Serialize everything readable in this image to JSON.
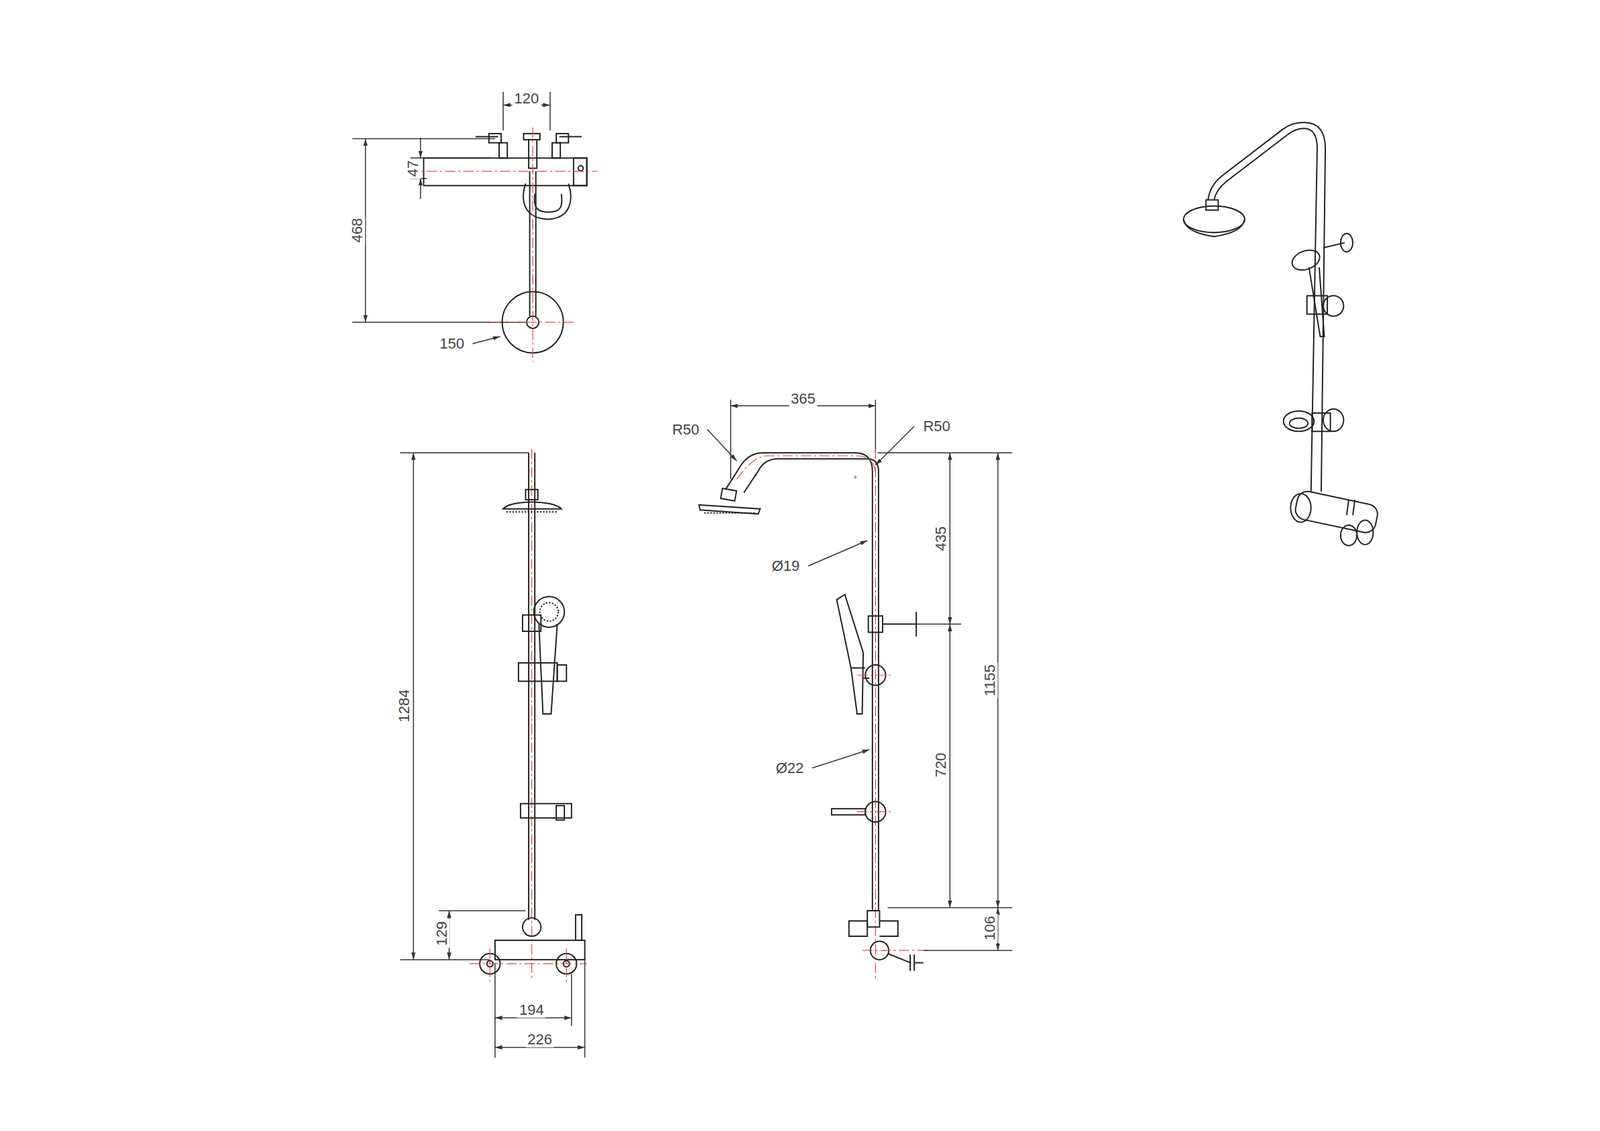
{
  "diagram": {
    "labels": [
      "120",
      "47",
      "468",
      "150",
      "1284",
      "129",
      "194",
      "226",
      "365",
      "R50",
      "R50",
      "Ø19",
      "Ø22",
      "435",
      "720",
      "1155",
      "106"
    ]
  }
}
